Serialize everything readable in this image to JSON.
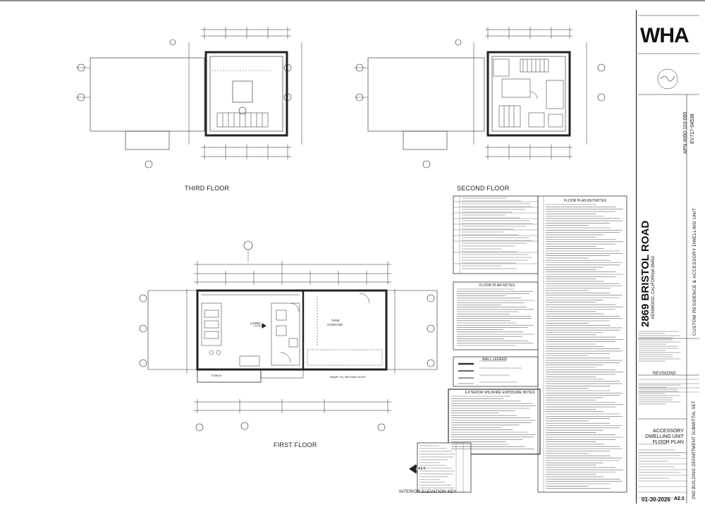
{
  "floors": {
    "third": "THIRD FLOOR",
    "second": "SECOND FLOOR",
    "first": "FIRST FLOOR"
  },
  "key": {
    "elevation_key": "INTERIOR ELEVATION KEY",
    "marker": "A2.5"
  },
  "rooms": {
    "living": "LIVING",
    "tank": "TANK",
    "storage": "STORAGE",
    "porch": "PORCH",
    "ramp": "RAMP, 1%, BEYOND ROOF"
  },
  "notes": {
    "keynotes_title": "FLOOR PLAN KEYNOTES",
    "plan_notes_title": "FLOOR PLAN NOTES",
    "wall_legend_title": "WALL LEGEND",
    "wildfire_title": "EXTERIOR WILDFIRE EXPOSURE NOTES"
  },
  "title_block": {
    "firm": "WHA",
    "apn": "APN #050-110-050",
    "permit": "EV717-04538",
    "address": "2869 BRISTOL ROAD",
    "city": "KENWOOD, CALIFORNIA 95452",
    "project": "CUSTOM RESIDENCE & ACCESSORY DWELLING UNIT",
    "revisions": "REVISIONS",
    "sheet_title_1": "ACCESSORY",
    "sheet_title_2": "DWELLING UNIT",
    "sheet_title_3": "FLOOR PLAN",
    "set_name": "2ND BUILDING DEPARTMENT SUBMITTAL SET",
    "date": "01-30-2026",
    "sheet": "A2.1"
  }
}
